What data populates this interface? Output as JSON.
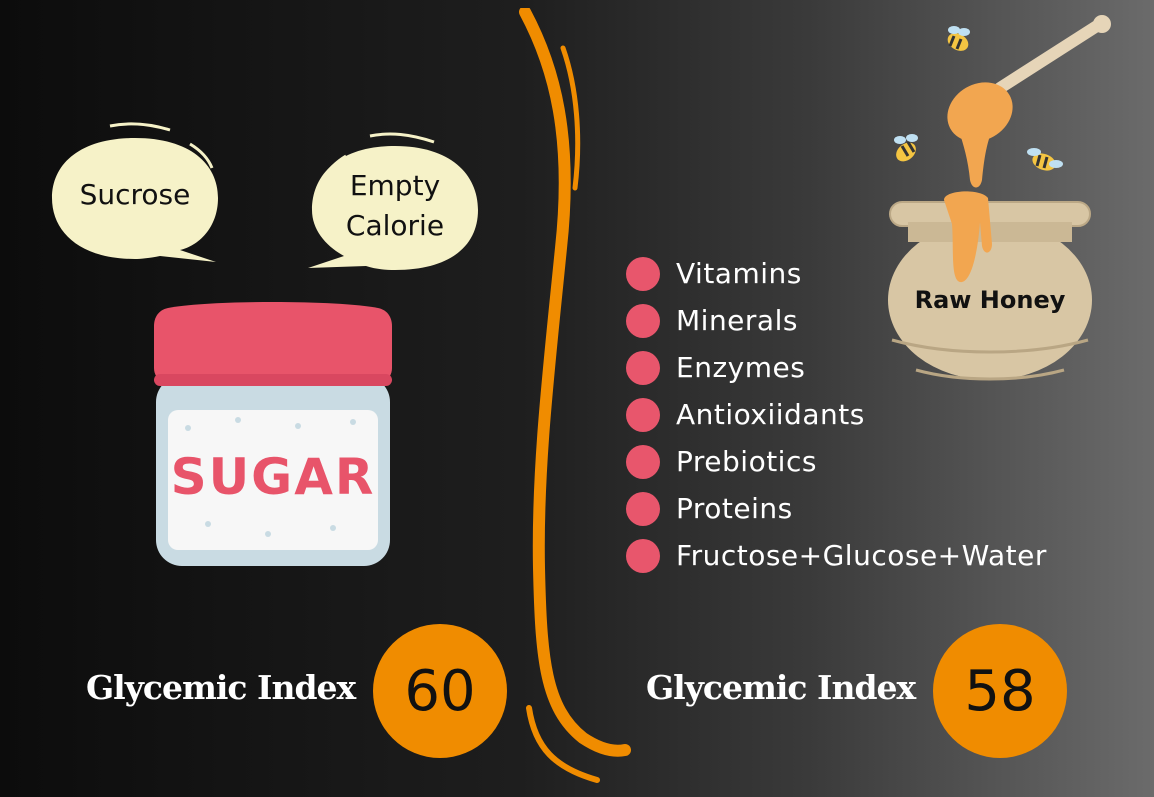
{
  "sugar": {
    "bubbles": [
      "Sucrose",
      "Empty Calorie"
    ],
    "jar_label": "SUGAR",
    "gi_label": "Glycemic Index",
    "gi_value": "60"
  },
  "honey": {
    "pot_label": "Raw Honey",
    "benefits": [
      "Vitamins",
      "Minerals",
      "Enzymes",
      "Antioxiidants",
      "Prebiotics",
      "Proteins",
      "Fructose+Glucose+Water"
    ],
    "gi_label": "Glycemic Index",
    "gi_value": "58"
  },
  "colors": {
    "bullet": "#e8566c",
    "accent_orange": "#f08c00",
    "bubble_fill": "#f6f2c8",
    "jar_lid": "#e8546a",
    "honey": "#f2a650"
  },
  "icons": [
    "speech-bubble",
    "sugar-jar",
    "divider-drip",
    "honey-pot",
    "honey-dipper",
    "bee-icon"
  ]
}
